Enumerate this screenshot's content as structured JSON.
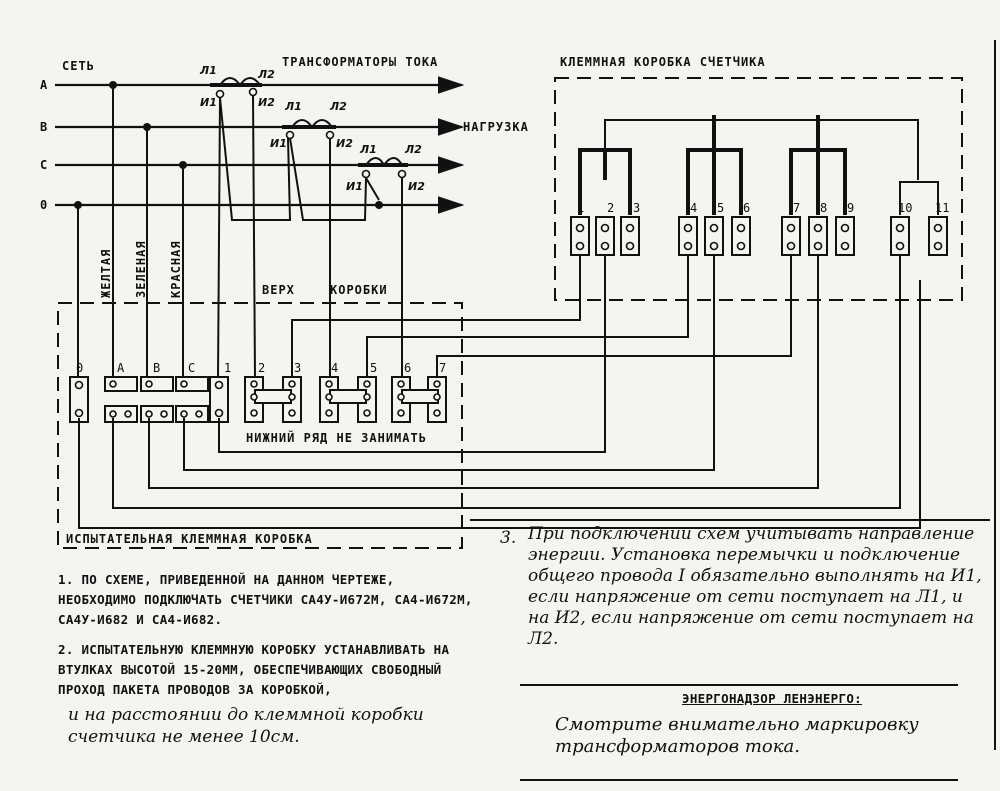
{
  "network": {
    "title": "СЕТЬ",
    "phases": [
      "А",
      "В",
      "С",
      "0"
    ],
    "ct_title": "ТРАНСФОРМАТОРЫ ТОКА",
    "load": "НАГРУЗКА",
    "ct_labels": {
      "l1": "Л1",
      "l2": "Л2",
      "i1": "И1",
      "i2": "И2"
    }
  },
  "wire_colors": [
    "ЖЕЛТАЯ",
    "ЗЕЛЕНАЯ",
    "КРАСНАЯ"
  ],
  "test_box": {
    "title": "ИСПЫТАТЕЛЬНАЯ КЛЕММНАЯ КОРОБКА",
    "top_label_1": "ВЕРХ",
    "top_label_2": "КОРОБКИ",
    "bottom_note": "НИЖНИЙ РЯД НЕ ЗАНИМАТЬ",
    "terminals": [
      "0",
      "А",
      "В",
      "С",
      "1",
      "2",
      "3",
      "4",
      "5",
      "6",
      "7"
    ]
  },
  "meter_box": {
    "title": "КЛЕММНАЯ КОРОБКА СЧЕТЧИКА",
    "terminals": [
      "1",
      "2",
      "3",
      "4",
      "5",
      "6",
      "7",
      "8",
      "9",
      "10",
      "11"
    ]
  },
  "notes": {
    "n1": "1. ПО СХЕМЕ, ПРИВЕДЕННОЙ НА ДАННОМ ЧЕРТЕЖЕ, НЕОБХОДИМО ПОДКЛЮЧАТЬ СЧЕТЧИКИ СА4У-И672М, СА4-И672М, СА4У-И682 И СА4-И682.",
    "n2a": "2. ИСПЫТАТЕЛЬНУЮ КЛЕММНУЮ КОРОБКУ УСТАНАВЛИВАТЬ НА ВТУЛКАХ ВЫСОТОЙ 15-20ММ, ОБЕСПЕЧИВАЮЩИХ СВОБОДНЫЙ ПРОХОД ПАКЕТА ПРОВОДОВ ЗА КОРОБКОЙ,",
    "n2b": "и на расстоянии до клеммной коробки счетчика не менее 10см.",
    "n3_num": "3.",
    "n3": "При подключении схем учитывать направление энергии. Установка перемычки и подключение общего провода I обязательно выполнять на И1, если напряжение от сети поступает на Л1, и на И2, если напряжение от сети поступает на Л2.",
    "authority": "ЭНЕРГОНАДЗОР ЛЕНЭНЕРГО:",
    "warning": "Смотрите внимательно маркировку трансформаторов тока."
  }
}
